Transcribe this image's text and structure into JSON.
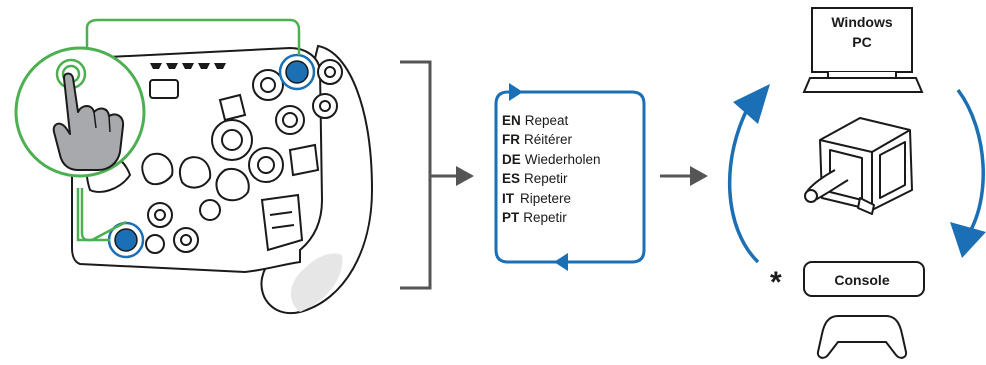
{
  "languages": [
    {
      "code": "EN",
      "text": "Repeat"
    },
    {
      "code": "FR",
      "text": "Réitérer"
    },
    {
      "code": "DE",
      "text": "Wiederholen"
    },
    {
      "code": "ES",
      "text": "Repetir"
    },
    {
      "code": "IT",
      "text": "Ripetere"
    },
    {
      "code": "PT",
      "text": "Repetir"
    }
  ],
  "targets": {
    "pc": {
      "line1": "Windows",
      "line2": "PC"
    },
    "console": {
      "label": "Console",
      "marker": "*"
    }
  },
  "icons": [
    "steering-wheel-icon",
    "press-hand-icon",
    "bracket-icon",
    "arrow-right-icon",
    "cycle-arrows-icon",
    "monitor-icon",
    "keyboard-icon",
    "wheel-base-icon",
    "gamepad-icon"
  ],
  "colors": {
    "accent_blue": "#1a6fb5",
    "accent_green": "#4caf50",
    "arrow_gray": "#555555",
    "hand_gray": "#a7a9ac"
  }
}
